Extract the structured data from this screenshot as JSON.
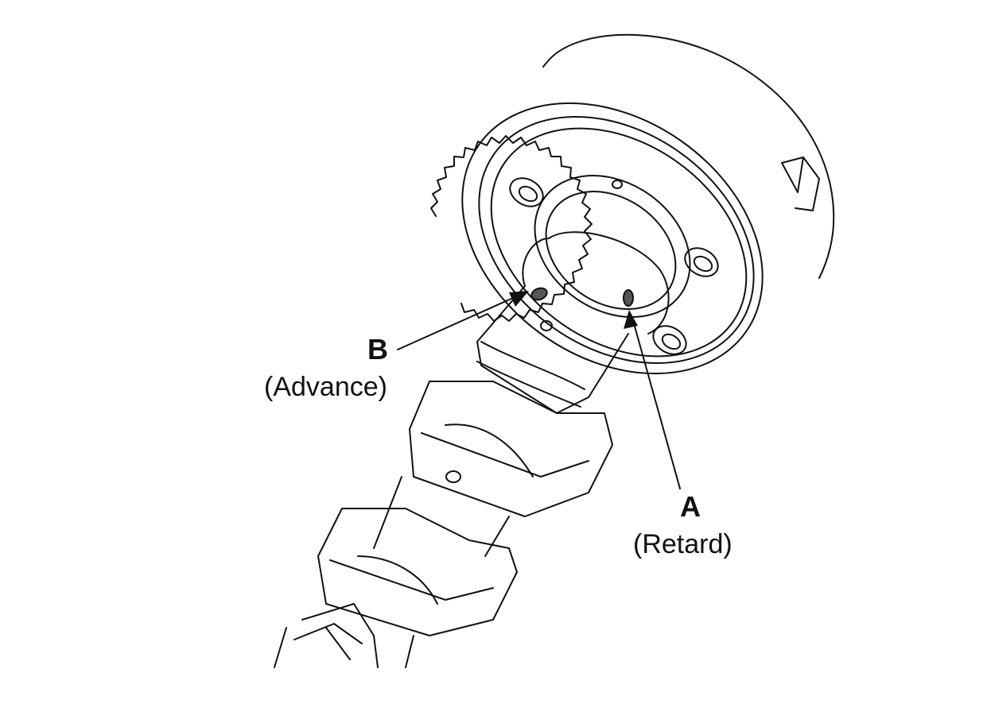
{
  "callouts": {
    "b": {
      "letter": "B",
      "description": "(Advance)"
    },
    "a": {
      "letter": "A",
      "description": "(Retard)"
    }
  },
  "colors": {
    "line": "#111111",
    "background": "#ffffff",
    "port_fill": "#555555"
  }
}
